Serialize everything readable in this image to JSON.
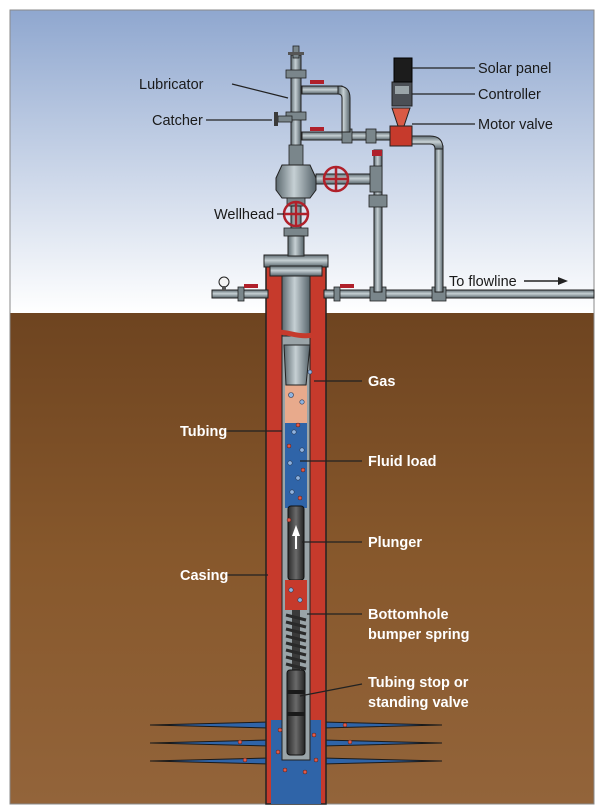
{
  "labels": {
    "lubricator": "Lubricator",
    "catcher": "Catcher",
    "wellhead": "Wellhead",
    "solar_panel": "Solar panel",
    "controller": "Controller",
    "motor_valve": "Motor valve",
    "to_flowline": "To flowline",
    "gas": "Gas",
    "tubing": "Tubing",
    "fluid_load": "Fluid load",
    "plunger": "Plunger",
    "casing": "Casing",
    "bumper_spring_line1": "Bottomhole",
    "bumper_spring_line2": "bumper spring",
    "tubing_stop_line1": "Tubing stop or",
    "tubing_stop_line2": "standing valve"
  },
  "colors": {
    "sky_top": "#8fa7cf",
    "sky_bottom": "#ffffff",
    "ground": "#7b4f26",
    "casing": "#c63a2c",
    "fluid": "#2f64a8",
    "gas": "#e8aa8c",
    "pipe": "#8d9ba1",
    "valve_wheel": "#b0202a"
  }
}
